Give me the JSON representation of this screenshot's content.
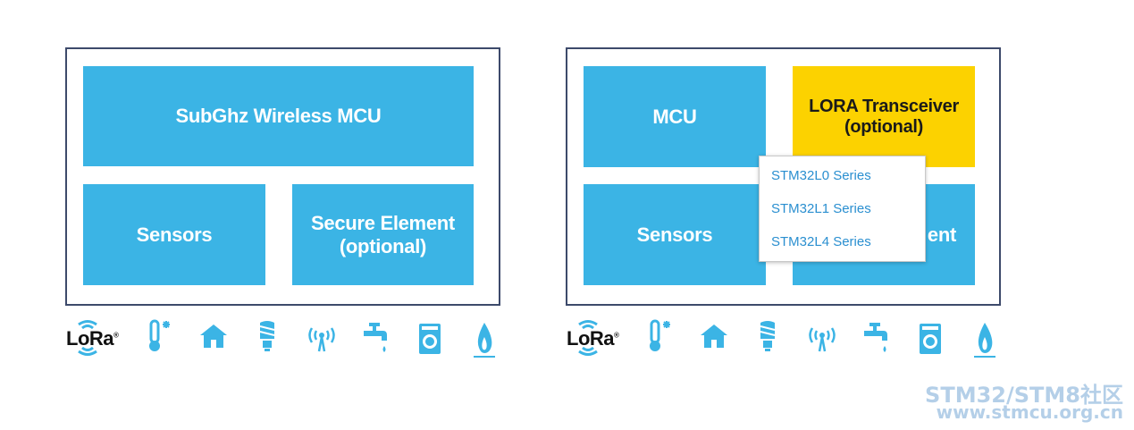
{
  "left_panel": {
    "top_block": "SubGhz Wireless MCU",
    "left_block": "Sensors",
    "right_block": "Secure Element\n(optional)"
  },
  "right_panel": {
    "top_left_block": "MCU",
    "top_right_block": "LORA Transceiver\n(optional)",
    "bottom_left_block": "Sensors",
    "bottom_right_block_visible": "ent"
  },
  "dropdown": {
    "items": [
      "STM32L0 Series",
      "STM32L1 Series",
      "STM32L4 Series"
    ]
  },
  "icons": {
    "logo_text": "LoRa",
    "logo_mark": "®",
    "names": [
      "lora-logo",
      "thermometer-icon",
      "home-icon",
      "light-bulb-icon",
      "antenna-icon",
      "water-tap-icon",
      "washing-machine-icon",
      "gas-flame-icon"
    ]
  },
  "watermark": {
    "line1": "STM32/STM8社区",
    "line2": "www.stmcu.org.cn"
  },
  "colors": {
    "block_blue": "#3bb4e5",
    "block_yellow": "#fcd200",
    "border": "#3d4a6b",
    "dropdown_text": "#2a8fd0",
    "watermark": "#b4cfe8"
  }
}
